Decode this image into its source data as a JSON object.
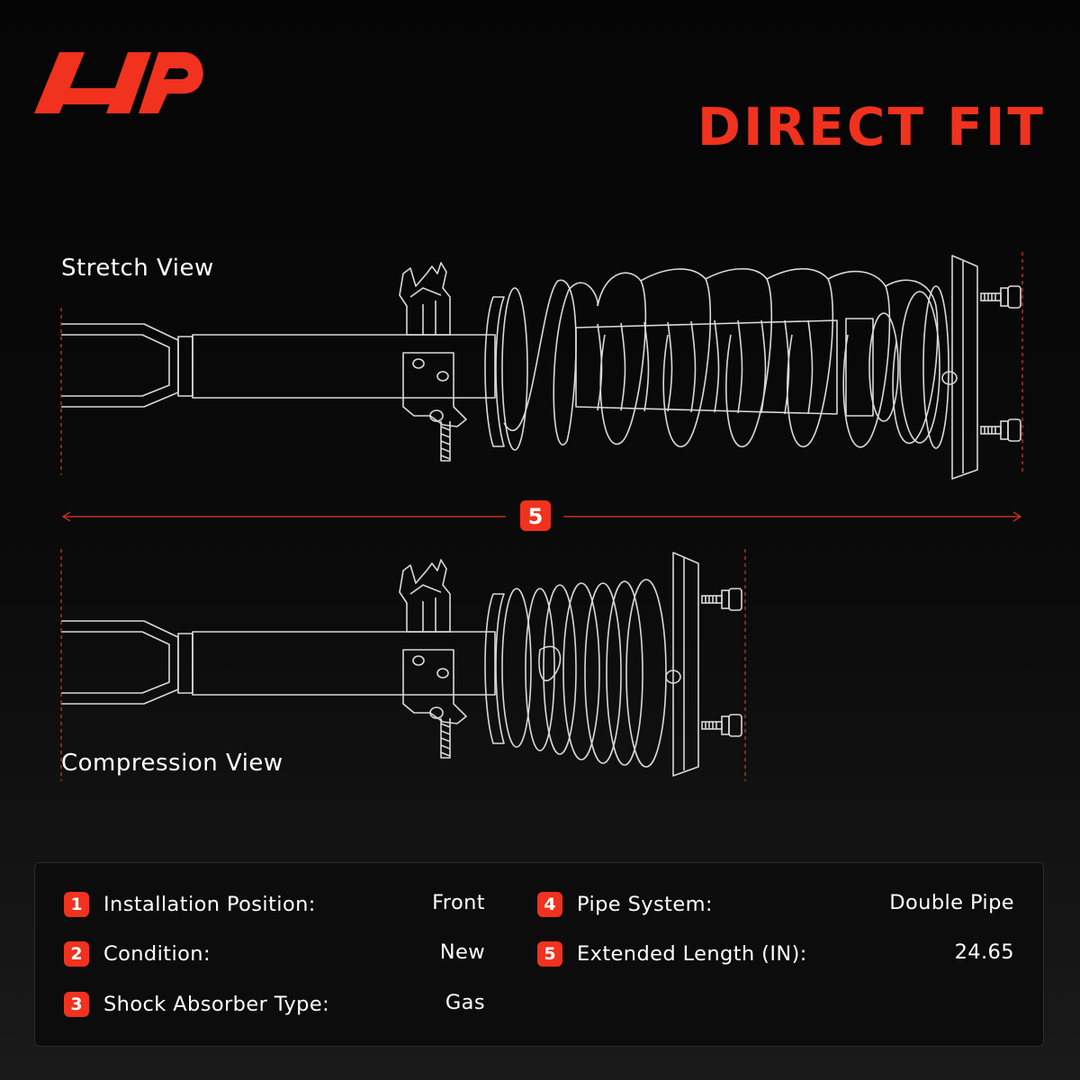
{
  "colors": {
    "accent": "#f0321e",
    "background": "#080808",
    "panel": "#0c0c0c",
    "text": "#ffffff"
  },
  "brand": {
    "logo": "red-angular-ap-logo"
  },
  "headline": "DIRECT FIT",
  "views": {
    "stretch_label": "Stretch View",
    "compression_label": "Compression View",
    "dimension_marker": "5"
  },
  "specs": [
    {
      "num": "1",
      "label": "Installation Position:",
      "value": "Front"
    },
    {
      "num": "2",
      "label": "Condition:",
      "value": "New"
    },
    {
      "num": "3",
      "label": "Shock Absorber Type:",
      "value": "Gas"
    },
    {
      "num": "4",
      "label": "Pipe System:",
      "value": "Double Pipe"
    },
    {
      "num": "5",
      "label": "Extended Length (IN):",
      "value": "24.65"
    }
  ]
}
